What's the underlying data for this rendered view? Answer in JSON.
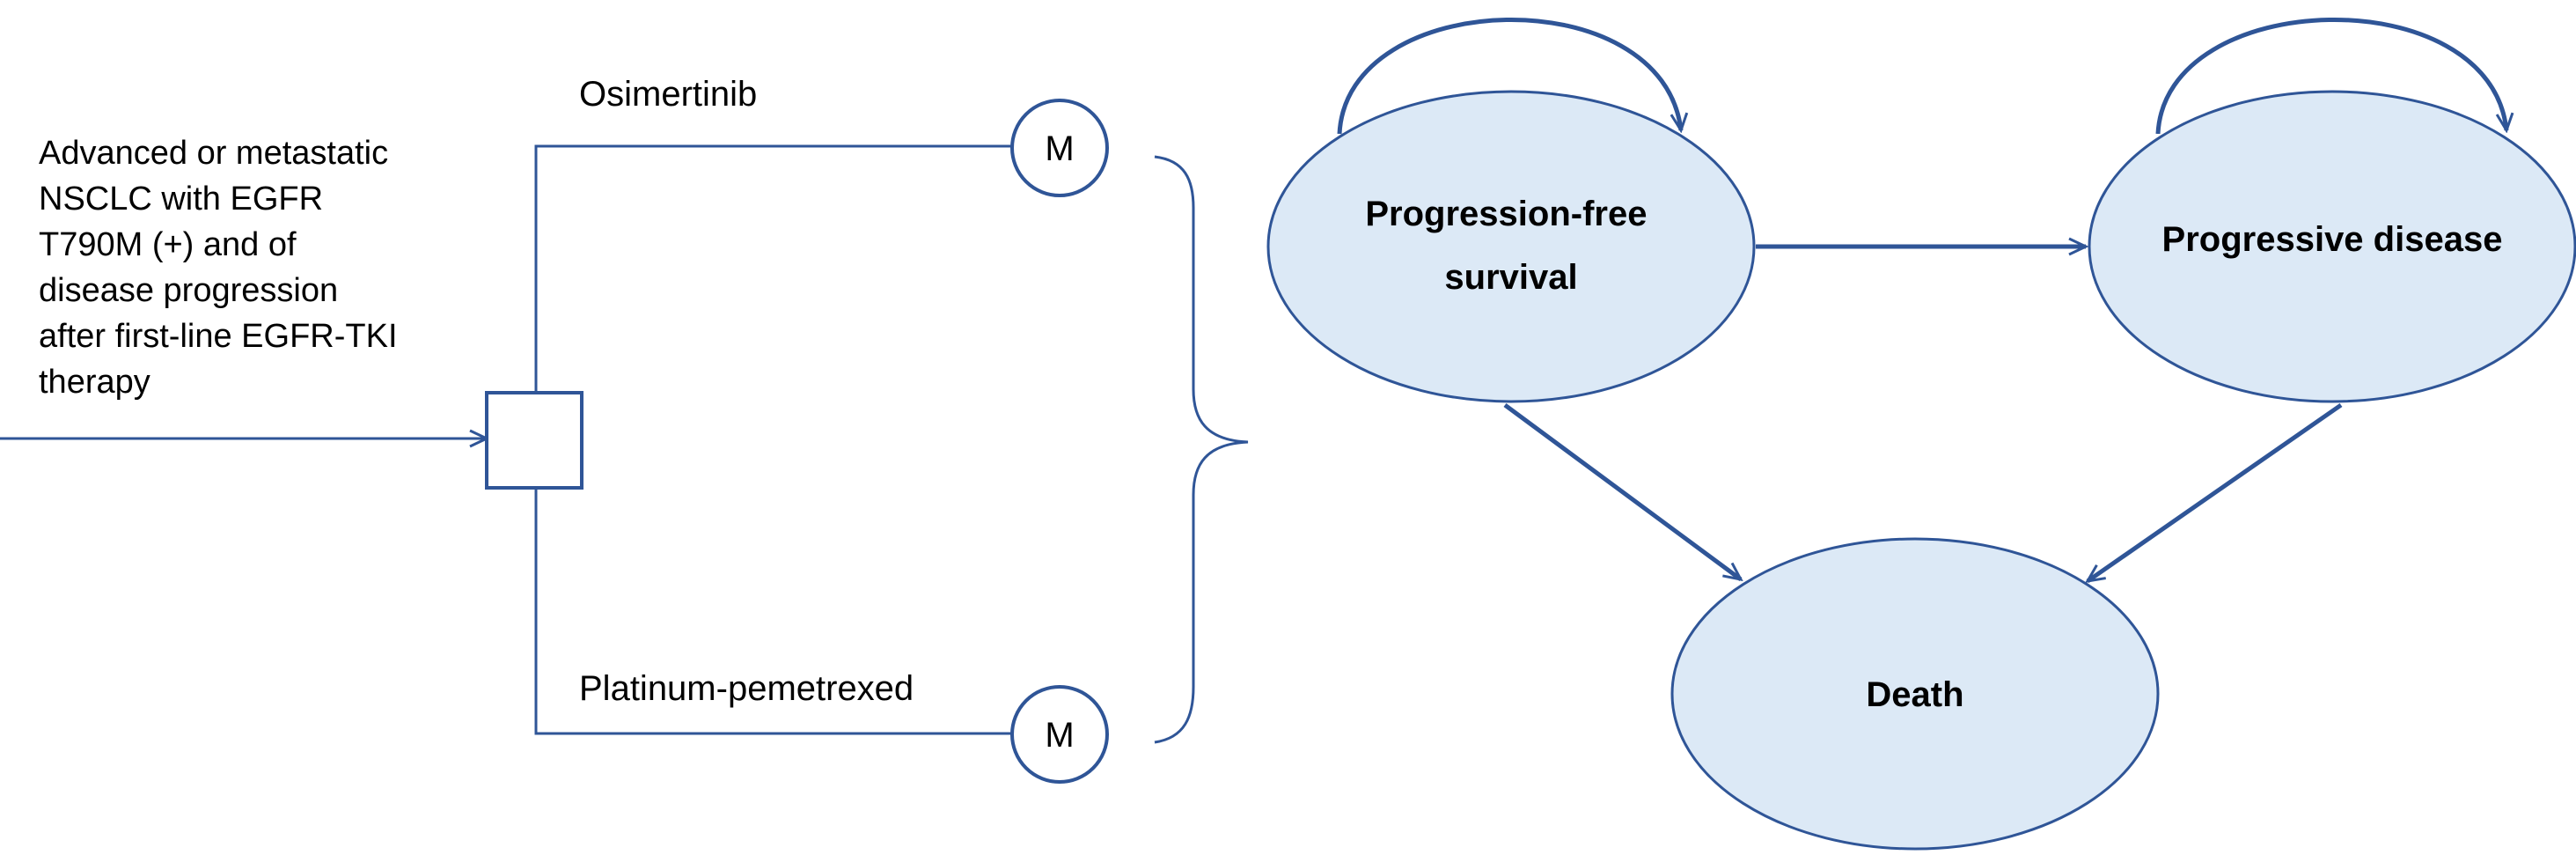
{
  "decision_tree": {
    "population_lines": [
      "Advanced or metastatic",
      "NSCLC with EGFR",
      "T790M (+) and of",
      "disease progression",
      "after first-line EGFR-TKI",
      "therapy"
    ],
    "arm_top_label": "Osimertinib",
    "arm_bottom_label": "Platinum-pemetrexed",
    "markov_node_label": "M"
  },
  "markov_model": {
    "states": {
      "pfs_line1": "Progression-free",
      "pfs_line2": "survival",
      "progressive": "Progressive disease",
      "death": "Death"
    }
  },
  "colors": {
    "line": "#2f5597",
    "state_fill": "#dce9f6",
    "state_stroke": "#2f5597",
    "text": "#000000"
  }
}
